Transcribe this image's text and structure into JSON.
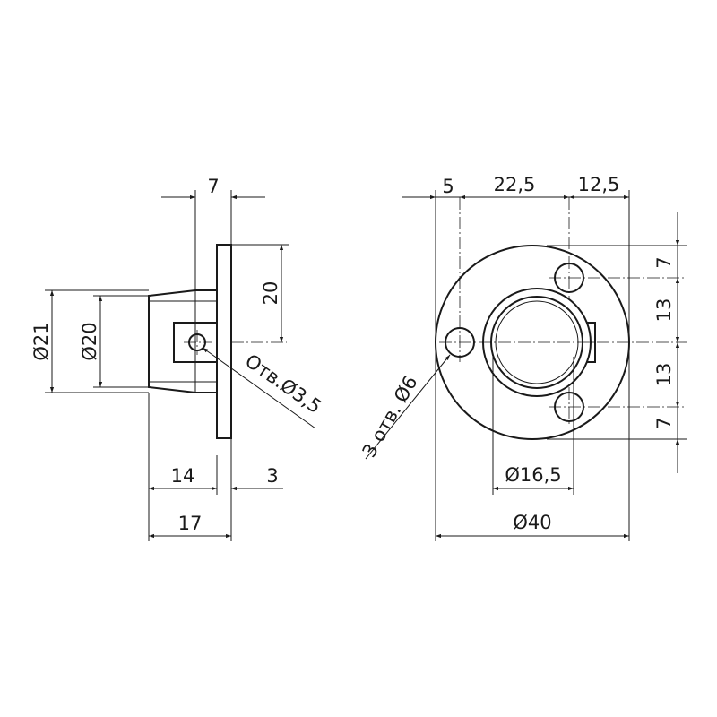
{
  "side_view": {
    "dimensions": {
      "top_width": "7",
      "flange_half_height": "20",
      "outer_diameter": "Ø21",
      "inner_diameter": "Ø20",
      "hole_note": "Отв.Ø3,5",
      "body_length": "14",
      "flange_thickness": "3",
      "total_length": "17"
    }
  },
  "front_view": {
    "dimensions": {
      "hole_offset": "5",
      "center_distance": "22,5",
      "edge_distance": "12,5",
      "right_top_edge": "7",
      "right_top_spacing": "13",
      "right_bottom_spacing": "13",
      "right_bottom_edge": "7",
      "holes_note": "3 отв. Ø6",
      "tube_diameter": "Ø16,5",
      "flange_diameter": "Ø40"
    }
  }
}
